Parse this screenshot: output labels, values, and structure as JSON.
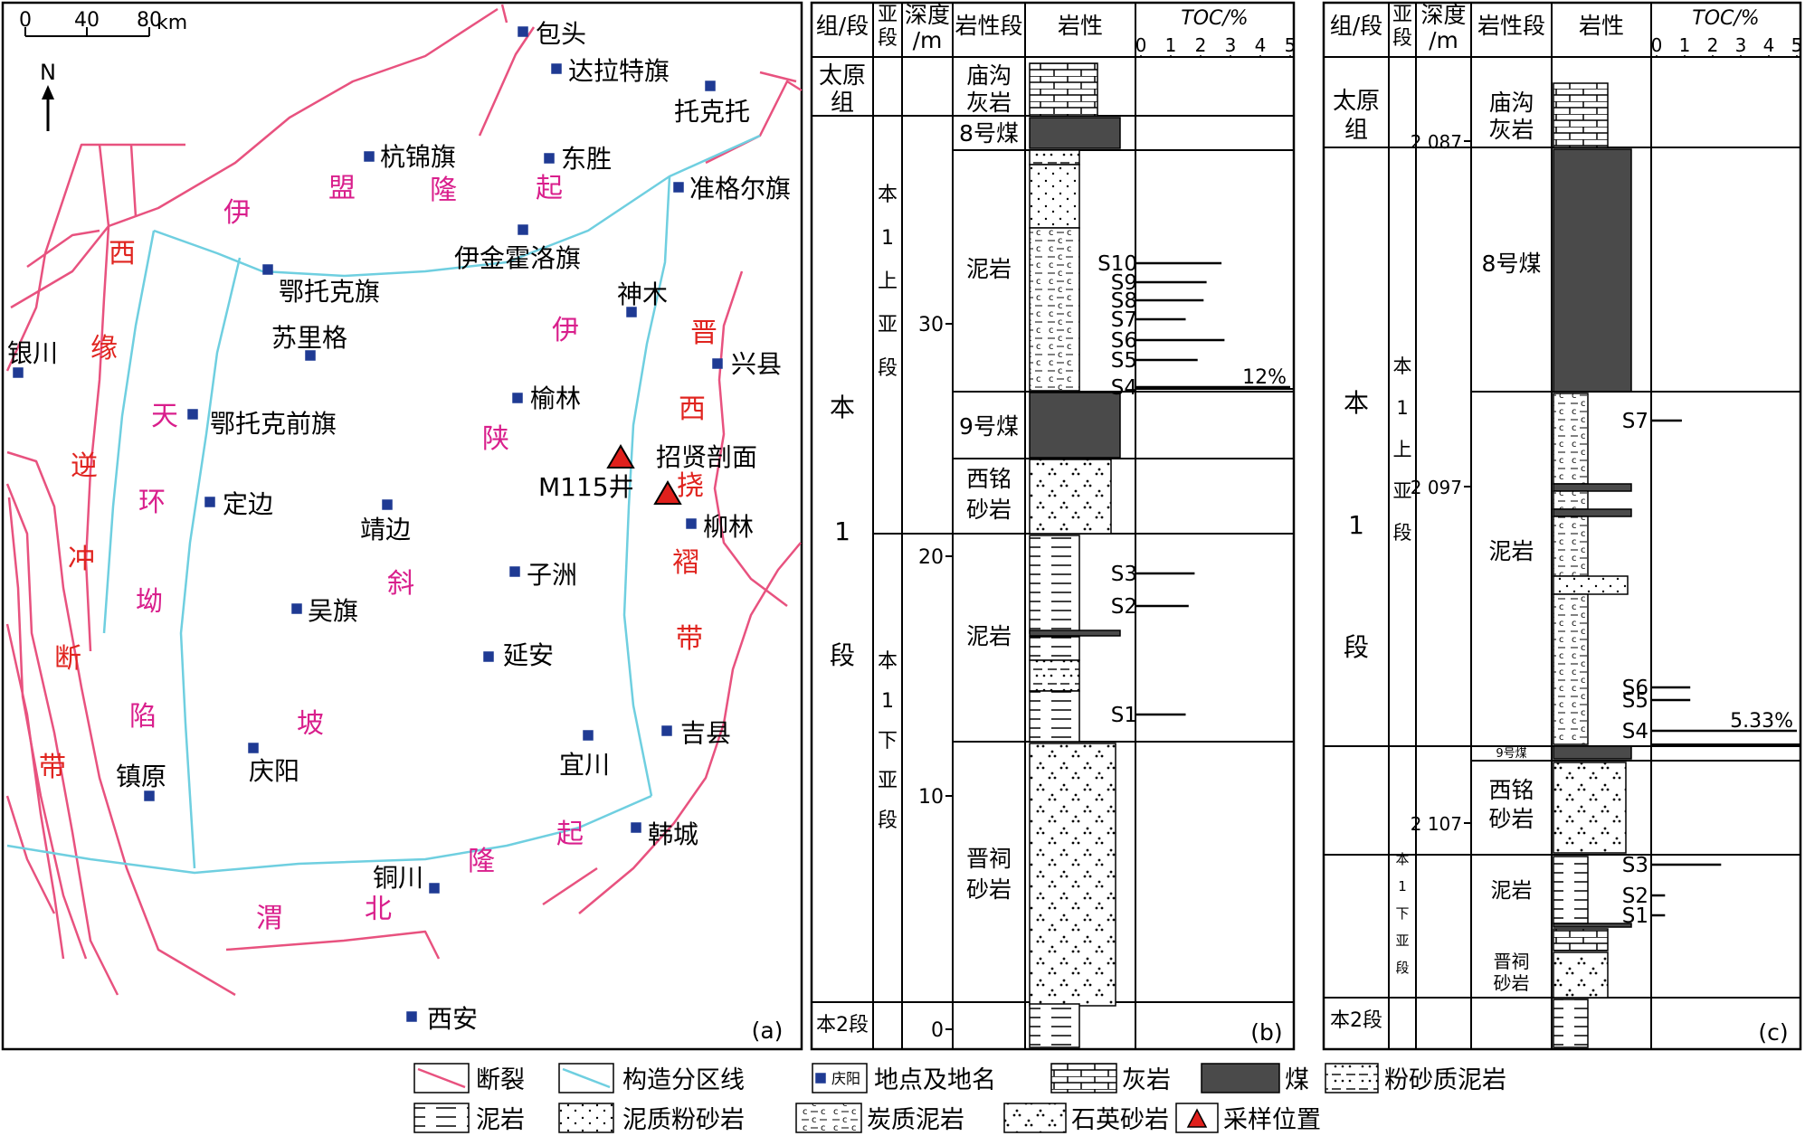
{
  "colors": {
    "fault": "#e8527f",
    "boundary": "#6fcfe0",
    "site": "#1f3a93",
    "region_red": "#e0241f",
    "region_magenta": "#d91f8c",
    "coal": "#4a4a4a",
    "sample": "#e0201c"
  },
  "map": {
    "panel_label": "(a)",
    "scale": {
      "ticks": [
        "0",
        "40",
        "80"
      ],
      "unit": "km"
    },
    "north": "N",
    "cities": [
      "包头",
      "达拉特旗",
      "托克托",
      "杭锦旗",
      "东胜",
      "准格尔旗",
      "伊金霍洛旗",
      "鄂托克旗",
      "神木",
      "苏里格",
      "兴县",
      "银川",
      "榆林",
      "鄂托克前旗",
      "招贤剖面",
      "M115井",
      "定边",
      "靖边",
      "柳林",
      "子洲",
      "吴旗",
      "延安",
      "吉县",
      "宜川",
      "庆阳",
      "镇原",
      "韩城",
      "铜川",
      "西安"
    ],
    "regions_red": [
      "西",
      "缘",
      "逆",
      "冲",
      "断",
      "带",
      "晋",
      "西",
      "挠",
      "褶",
      "带"
    ],
    "regions_magenta": [
      "伊",
      "盟",
      "隆",
      "起",
      "伊",
      "陕",
      "斜",
      "坡",
      "天",
      "环",
      "坳",
      "陷",
      "渭",
      "北",
      "隆",
      "起"
    ],
    "samples": [
      "M115井",
      "招贤剖面"
    ]
  },
  "column_b": {
    "panel_label": "(b)",
    "headers": [
      "组/段",
      "亚段",
      "深度/m",
      "岩性段",
      "岩性",
      "TOC/%"
    ],
    "toc_ticks": [
      "0",
      "1",
      "2",
      "3",
      "4",
      "5"
    ],
    "formation_top": "太原组",
    "member": "本1段",
    "submembers": [
      "本1上亚段",
      "本1下亚段"
    ],
    "member_below": "本2段",
    "depth_ticks": [
      "30",
      "20",
      "10",
      "0"
    ],
    "units": [
      "庙沟灰岩",
      "8号煤",
      "泥岩",
      "9号煤",
      "西铭砂岩",
      "泥岩",
      "晋祠砂岩"
    ],
    "samples": [
      {
        "name": "S10",
        "toc": 2.7
      },
      {
        "name": "S9",
        "toc": 2.2
      },
      {
        "name": "S8",
        "toc": 2.1
      },
      {
        "name": "S7",
        "toc": 1.5
      },
      {
        "name": "S6",
        "toc": 2.8
      },
      {
        "name": "S5",
        "toc": 1.9
      },
      {
        "name": "S4",
        "toc": 12,
        "label": "12%"
      },
      {
        "name": "S3",
        "toc": 1.8
      },
      {
        "name": "S2",
        "toc": 1.6
      },
      {
        "name": "S1",
        "toc": 1.5
      }
    ]
  },
  "column_c": {
    "panel_label": "(c)",
    "headers": [
      "组/段",
      "亚段",
      "深度/m",
      "岩性段",
      "岩性",
      "TOC/%"
    ],
    "toc_ticks": [
      "0",
      "1",
      "2",
      "3",
      "4",
      "5"
    ],
    "formation_top": "太原组",
    "member": "本1段",
    "submembers": [
      "本1上亚段",
      "本1下亚段"
    ],
    "member_below": "本2段",
    "depth_ticks": [
      "2 087",
      "2 097",
      "2 107"
    ],
    "units": [
      "庙沟灰岩",
      "8号煤",
      "泥岩",
      "9号煤",
      "西铭砂岩",
      "泥岩",
      "晋祠砂岩"
    ],
    "samples": [
      {
        "name": "S7",
        "toc": 0.9
      },
      {
        "name": "S6",
        "toc": 1.2
      },
      {
        "name": "S5",
        "toc": 1.2
      },
      {
        "name": "S4",
        "toc": 5.33,
        "label": "5.33%"
      },
      {
        "name": "S3",
        "toc": 2.3
      },
      {
        "name": "S2",
        "toc": 0.3
      },
      {
        "name": "S1",
        "toc": 0.3
      }
    ]
  },
  "legend": [
    "断裂",
    "构造分区线",
    "地点及地名",
    "庆阳",
    "灰岩",
    "煤",
    "粉砂质泥岩",
    "泥岩",
    "泥质粉砂岩",
    "炭质泥岩",
    "石英砂岩",
    "采样位置"
  ]
}
